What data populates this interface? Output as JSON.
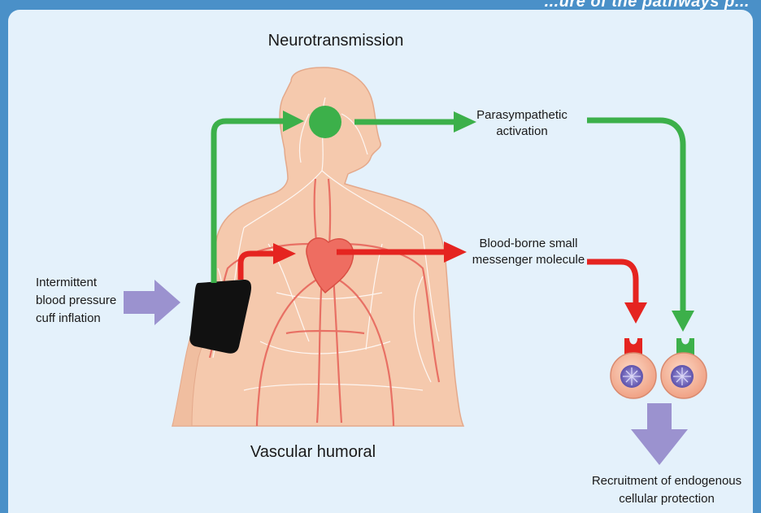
{
  "header": {
    "partial_title": "...ure of the pathways p..."
  },
  "labels": {
    "neurotransmission": "Neurotransmission",
    "parasympathetic_line1": "Parasympathetic",
    "parasympathetic_line2": "activation",
    "blood_borne_line1": "Blood-borne small",
    "blood_borne_line2": "messenger molecule",
    "cuff_line1": "Intermittent",
    "cuff_line2": "blood pressure",
    "cuff_line3": "cuff inflation",
    "vascular_humoral": "Vascular humoral",
    "recruitment_line1": "Recruitment of endogenous",
    "recruitment_line2": "cellular protection"
  },
  "colors": {
    "neural_pathway": "#3cb04a",
    "humoral_pathway": "#e52420",
    "input_arrow": "#9b92cf",
    "skin": "#f5c9ad",
    "frame_border": "#4a90c8",
    "background": "#e4f1fb"
  }
}
